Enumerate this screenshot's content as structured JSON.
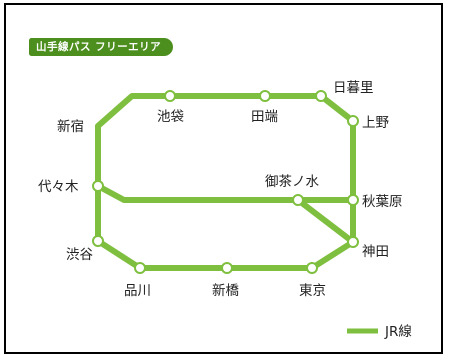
{
  "badge": {
    "text": "山手線パス フリーエリア"
  },
  "colors": {
    "line": "#7fbf3f",
    "station_fill": "#ffffff",
    "badge_bg": "#4d8f1e"
  },
  "stations": {
    "nippori": "日暮里",
    "ikebukuro": "池袋",
    "tabata": "田端",
    "shinjuku": "新宿",
    "ueno": "上野",
    "yoyogi": "代々木",
    "ochanomizu": "御茶ノ水",
    "akihabara": "秋葉原",
    "shibuya": "渋谷",
    "kanda": "神田",
    "shinagawa": "品川",
    "shimbashi": "新橋",
    "tokyo": "東京"
  },
  "legend": {
    "label": "JR線"
  }
}
